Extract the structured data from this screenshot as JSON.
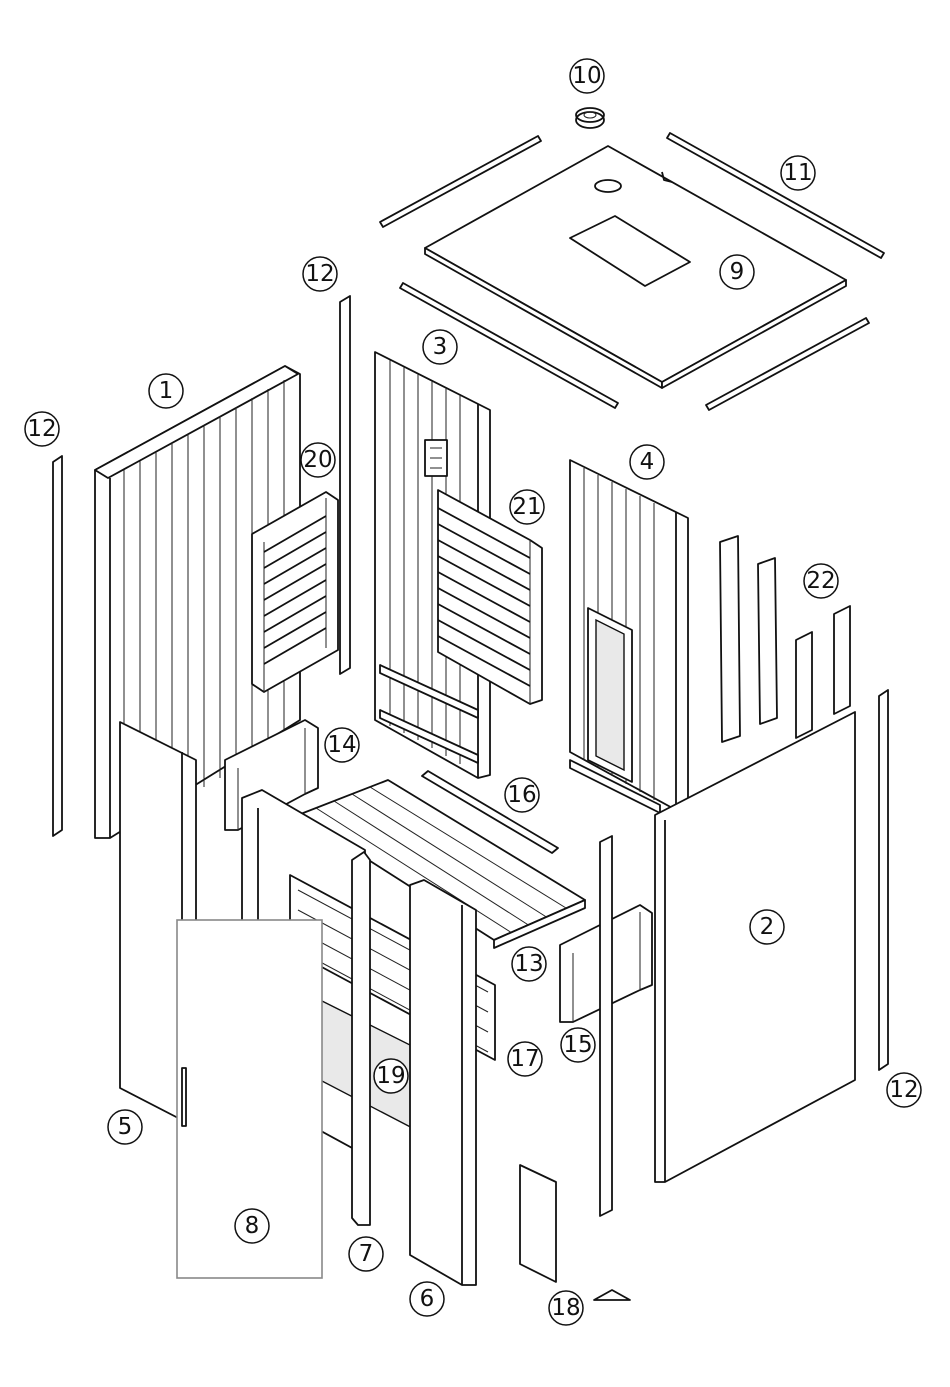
{
  "callouts": [
    "1",
    "2",
    "3",
    "4",
    "5",
    "6",
    "7",
    "8",
    "9",
    "10",
    "11",
    "12",
    "12",
    "12",
    "12",
    "13",
    "14",
    "15",
    "16",
    "17",
    "18",
    "19",
    "20",
    "21",
    "22"
  ]
}
